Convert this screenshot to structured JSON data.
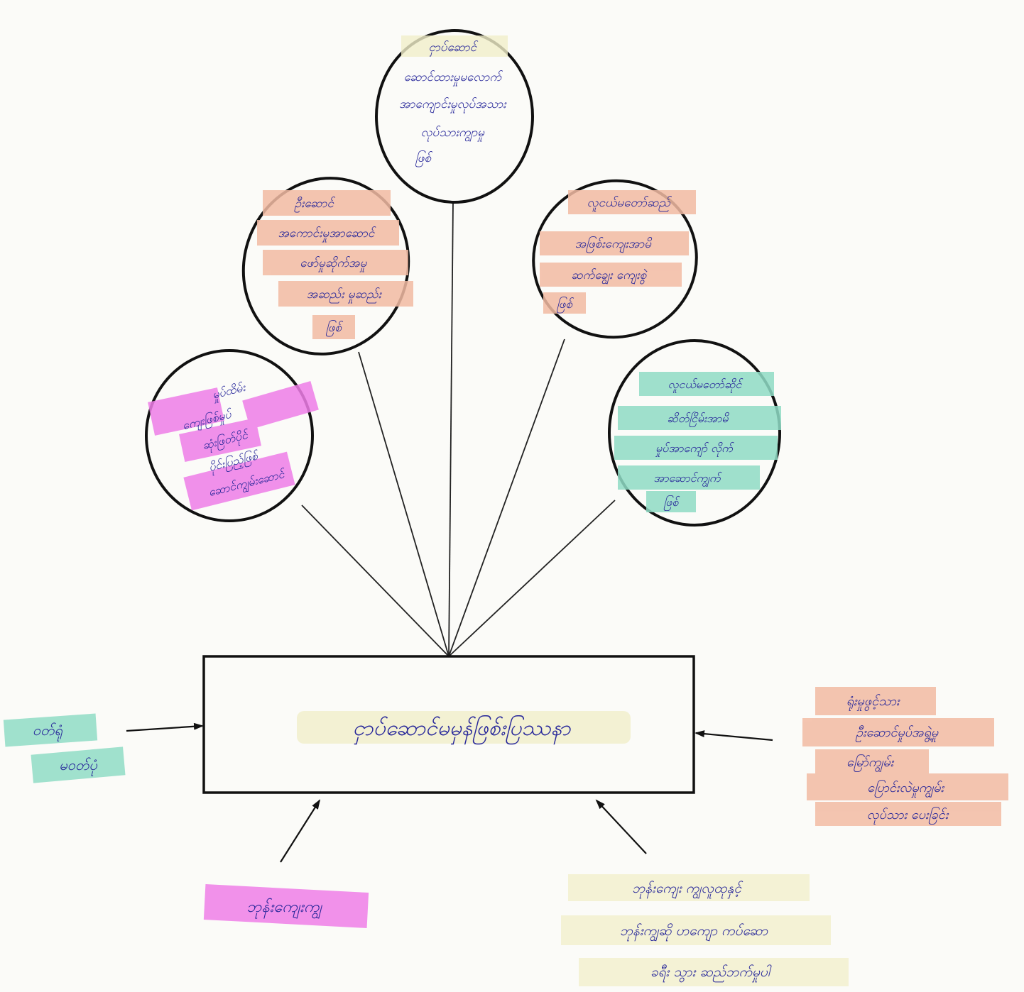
{
  "diagram": {
    "center_box": {
      "text": "ငှာပ်ဆောင်မမှန်ဖြစ်းပြဿနာ",
      "highlight": "#f1efc9"
    },
    "bubbles": [
      {
        "lines": [
          "ငှာပ်ဆောင်",
          "ဆောင်ထားမှုမလောက်",
          "အာကျောင်းမှုလုပ်အသား",
          "လုပ်သားကျွာမှု",
          "ဖြစ်"
        ],
        "highlight": "#f1efc9"
      },
      {
        "lines": [
          "ဦးဆောင်",
          "အကောင်းမှုအာဆောင်",
          "ဖော်မှုဆိုက်အမှု",
          "အဆည်း မှုဆည်း",
          "ဖြစ်"
        ],
        "highlight": "#f2bba3"
      },
      {
        "lines": [
          "လူငယ်မတော်ဆည်",
          "အဖြစ်းကျေးအာမိ",
          "ဆက်ချွေး ကျေးစွဲ",
          "ဖြစ်"
        ],
        "highlight": "#f2bba3"
      },
      {
        "lines": [
          "မှုပ်ထိမ်း",
          "ကျေးဖြစ်မှုပ်",
          "ဆုံးဖြတ်ပိုင်",
          "ပိုင်းပြည့်ဖြစ်",
          "ဆောင်ကျွမ်းဆောင်"
        ],
        "highlight": "#ef7ee8"
      },
      {
        "lines": [
          "လူငယ်မတော်ဆိုင်",
          "ဆိတ်ငြိမ်းအာမိ",
          "မှုပ်အာကျော် လိုက်",
          "အာဆောင်ကျွက်",
          "ဖြစ်"
        ],
        "highlight": "#8fdcc5"
      }
    ],
    "notes": [
      {
        "lines": [
          "ဝတ်ရုံ",
          "မဝတ်ပုံ"
        ],
        "highlight": "#8fdcc5"
      },
      {
        "lines": [
          "ဘုန်းကျေးကျွ"
        ],
        "highlight": "#ef7ee8"
      },
      {
        "lines": [
          "ဘုန်းကျေး ကျွလူထုနှင့်",
          "ဘုန်းကျွဆို ပာကျော ကပ်ဆော",
          "ခရီး သွား ဆည်ဘက်မှုပါ"
        ],
        "highlight": "#f1efc9"
      },
      {
        "lines": [
          "ရုံးမှုဖွင့်သား",
          "ဦးဆောင်မှုပ်အရွဲ့မှု",
          "မြော်ကျွမ်း",
          "ပြောင်းလဲမှုကျွမ်း",
          "လုပ်သား ပေးခြင်း"
        ],
        "highlight": "#f2bba3"
      }
    ]
  }
}
